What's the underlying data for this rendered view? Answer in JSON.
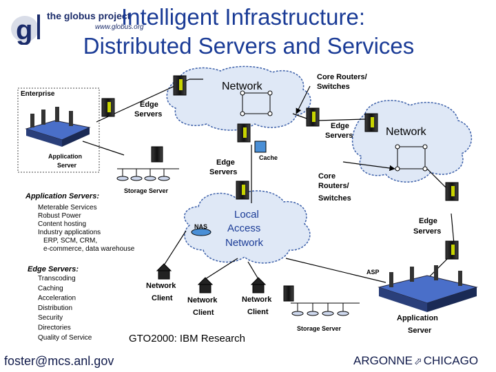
{
  "logo": {
    "name": "the globus project",
    "url": "www.globus.org"
  },
  "title": {
    "line1": "Intelligent Infrastructure:",
    "line2": "Distributed Servers and Services"
  },
  "diagram": {
    "clouds": {
      "top_network": "Network",
      "right_network": "Network",
      "local_line1": "Local",
      "local_line2": "Access",
      "local_line3": "Network"
    },
    "labels": {
      "enterprise": "Enterprise",
      "edge_servers_top_1": "Edge",
      "edge_servers_top_2": "Servers",
      "core_routers_top_1": "Core Routers/",
      "core_routers_top_2": "Switches",
      "edge_servers_mid_1": "Edge",
      "edge_servers_mid_2": "Servers",
      "app_server_1": "Application",
      "app_server_2": "Server",
      "edge_servers_center_1": "Edge",
      "edge_servers_center_2": "Servers",
      "cache": "Cache",
      "core_routers_right_1": "Core",
      "core_routers_right_2": "Routers/",
      "core_routers_right_3": "Switches",
      "storage_server_left": "Storage Server",
      "edge_servers_right_1": "Edge",
      "edge_servers_right_2": "Servers",
      "nas": "NAS",
      "asp": "ASP",
      "network_client_1a": "Network",
      "network_client_1b": "Client",
      "network_client_2a": "Network",
      "network_client_2b": "Client",
      "network_client_3a": "Network",
      "network_client_3b": "Client",
      "app_server_asp_1": "Application",
      "app_server_asp_2": "Server",
      "storage_server_right": "Storage Server",
      "caption": "GTO2000: IBM Research"
    },
    "app_servers_heading": "Application Servers:",
    "app_servers_items": [
      "Meterable Services",
      "Robust Power",
      "Content hosting",
      "Industry applications",
      "ERP, SCM, CRM,",
      "e-commerce, data warehouse"
    ],
    "edge_servers_heading": "Edge Servers:",
    "edge_servers_items": [
      "Transcoding",
      "Caching",
      "Acceleration",
      "Distribution",
      "Security",
      "Directories",
      "Quality of Service"
    ]
  },
  "footer": {
    "email": "foster@mcs.anl.gov",
    "org_left": "ARGONNE",
    "org_right": "CHICAGO"
  },
  "colors": {
    "title": "#1a3b96",
    "cloud": "#dfe8f6",
    "cloud_stroke": "#3a5ea8",
    "server": "#1a1a1a",
    "accent": "#c8d400"
  }
}
